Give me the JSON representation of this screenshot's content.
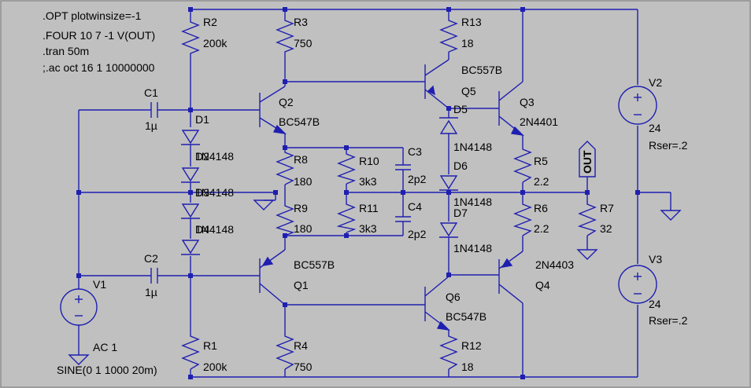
{
  "directives": [
    ".OPT plotwinsize=-1",
    ".FOUR 10 7 -1 V(OUT)",
    ".tran 50m",
    ";.ac oct 16 1 10000000"
  ],
  "net_label": "OUT",
  "components": {
    "R2": {
      "name": "R2",
      "value": "200k"
    },
    "R3": {
      "name": "R3",
      "value": "750"
    },
    "R13": {
      "name": "R13",
      "value": "18"
    },
    "R1": {
      "name": "R1",
      "value": "200k"
    },
    "R4": {
      "name": "R4",
      "value": "750"
    },
    "R12": {
      "name": "R12",
      "value": "18"
    },
    "R8": {
      "name": "R8",
      "value": "180"
    },
    "R9": {
      "name": "R9",
      "value": "180"
    },
    "R10": {
      "name": "R10",
      "value": "3k3"
    },
    "R11": {
      "name": "R11",
      "value": "3k3"
    },
    "R5": {
      "name": "R5",
      "value": "2.2"
    },
    "R6": {
      "name": "R6",
      "value": "2.2"
    },
    "R7": {
      "name": "R7",
      "value": "32"
    },
    "C1": {
      "name": "C1",
      "value": "1µ"
    },
    "C2": {
      "name": "C2",
      "value": "1µ"
    },
    "C3": {
      "name": "C3",
      "value": "2p2"
    },
    "C4": {
      "name": "C4",
      "value": "2p2"
    },
    "Q1": {
      "name": "Q1",
      "value": "BC557B"
    },
    "Q2": {
      "name": "Q2",
      "value": "BC547B"
    },
    "Q3": {
      "name": "Q3",
      "value": "2N4401"
    },
    "Q4": {
      "name": "Q4",
      "value": "2N4403"
    },
    "Q5": {
      "name": "Q5",
      "value": "BC557B"
    },
    "Q6": {
      "name": "Q6",
      "value": "BC547B"
    },
    "D1": {
      "name": "D1",
      "value": ""
    },
    "D2": {
      "name": "D2",
      "value": "1N4148"
    },
    "D3": {
      "name": "D3",
      "value": "1N4148"
    },
    "D4": {
      "name": "D4",
      "value": "1N4148"
    },
    "D5": {
      "name": "D5",
      "value": "1N4148"
    },
    "D6": {
      "name": "D6",
      "value": "1N4148"
    },
    "D7": {
      "name": "D7",
      "value": "1N4148"
    },
    "V1": {
      "name": "V1",
      "value": "AC 1",
      "value2": "SINE(0 1 1000 20m)"
    },
    "V2": {
      "name": "V2",
      "value": "24",
      "value2": "Rser=.2"
    },
    "V3": {
      "name": "V3",
      "value": "24",
      "value2": "Rser=.2"
    }
  },
  "colors": {
    "background": "#c0c0c0",
    "wire": "#1f1fb0",
    "text": "#000000"
  }
}
